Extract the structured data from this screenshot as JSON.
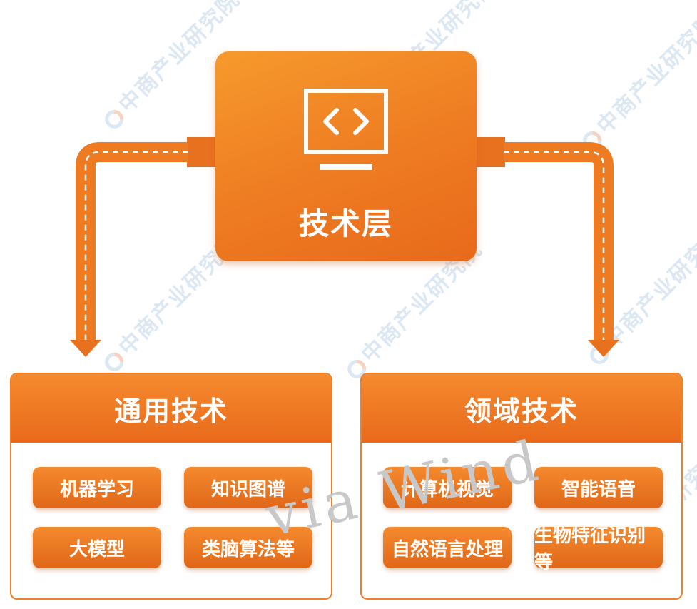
{
  "top": {
    "title": "技术层"
  },
  "left_panel": {
    "title": "通用技术",
    "items": [
      "机器学习",
      "知识图谱",
      "大模型",
      "类脑算法等"
    ]
  },
  "right_panel": {
    "title": "领域技术",
    "items": [
      "计算机视觉",
      "智能语音",
      "自然语言处理",
      "生物特征识别等"
    ]
  },
  "watermark": {
    "text": "中商产业研究院",
    "overlay": "via Wind"
  },
  "colors": {
    "accent": "#ef7f2a",
    "accent_dark": "#e06718",
    "watermark": "#dbe7f3"
  }
}
